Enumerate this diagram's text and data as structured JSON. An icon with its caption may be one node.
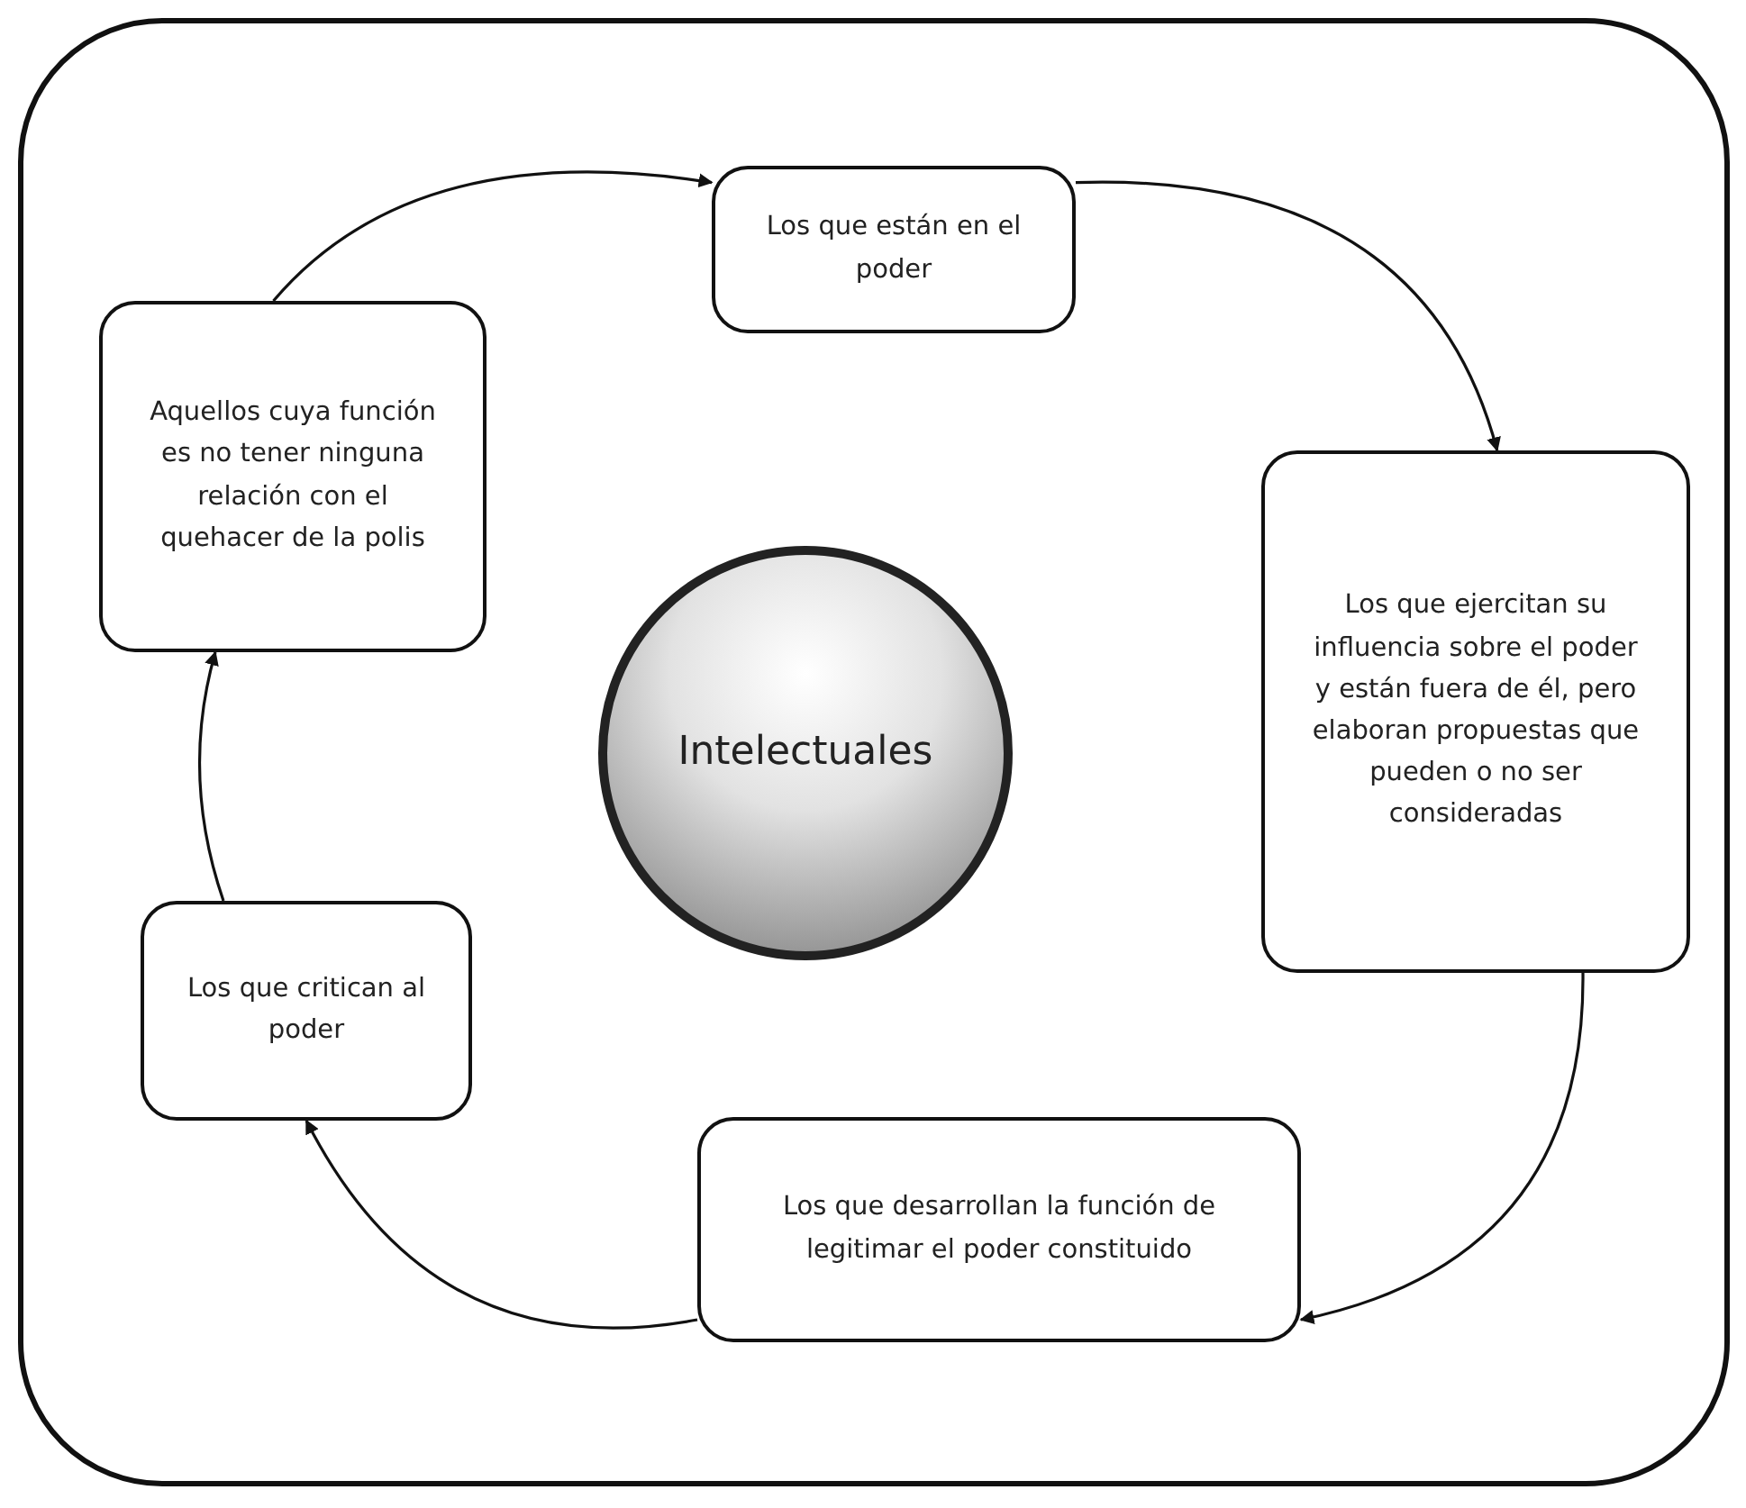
{
  "diagram": {
    "nodes": [
      {
        "text": [],
        "shape": "box"
      },
      {
        "text": [
          "Los que están en el poder"
        ],
        "in": 0
      },
      {
        "text": [
          "Aquellos cuya función es no tener ninguna relación con el quehacer de la polis"
        ],
        "in": 0
      },
      {
        "text": [
          "Intelectuales"
        ],
        "in": 0
      },
      {
        "text": [
          "Los que ejercitan su influencia sobre el poder y están fuera de él, pero elaboran propuestas que pueden o no ser consideradas"
        ],
        "in": 0
      },
      {
        "text": [
          "Los que desarrollan la función de legitimar el poder constituido"
        ],
        "in": 0
      },
      {
        "text": [
          "Los que critican al poder"
        ],
        "in": 0
      }
    ],
    "edges": [
      {
        "from": 2,
        "to": 1,
        "arrow": "to"
      },
      {
        "from": 1,
        "to": 4,
        "arrow": "to"
      },
      {
        "from": 4,
        "to": 5,
        "arrow": "to"
      },
      {
        "from": 5,
        "to": 6,
        "arrow": "to"
      },
      {
        "from": 6,
        "to": 2,
        "arrow": "to"
      }
    ]
  }
}
